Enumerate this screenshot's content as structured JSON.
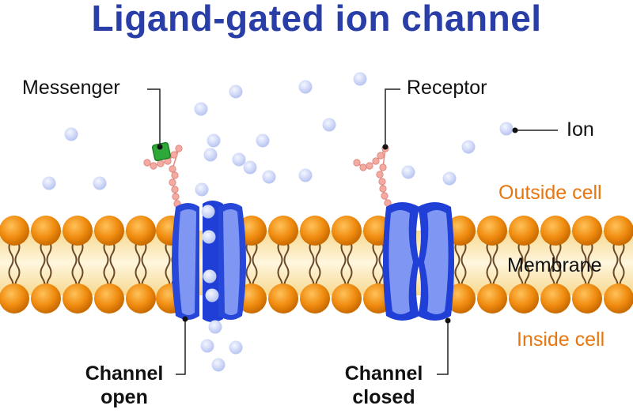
{
  "title": "Ligand-gated ion channel",
  "labels": {
    "messenger": "Messenger",
    "receptor": "Receptor",
    "ion": "Ion",
    "outside_cell": "Outside cell",
    "membrane": "Membrane",
    "inside_cell": "Inside cell",
    "channel_open_line1": "Channel",
    "channel_open_line2": "open",
    "channel_closed_line1": "Channel",
    "channel_closed_line2": "closed"
  },
  "colors": {
    "title": "#2a3ea8",
    "lipid_head": "#f08c10",
    "membrane_core": "#fbe7b8",
    "channel_dark": "#1f3fd6",
    "channel_light": "#7f97f2",
    "ion": "#cdd6f7",
    "receptor_chain": "#f4a9a1",
    "messenger": "#2fa83a",
    "region_label": "#e8760e"
  }
}
